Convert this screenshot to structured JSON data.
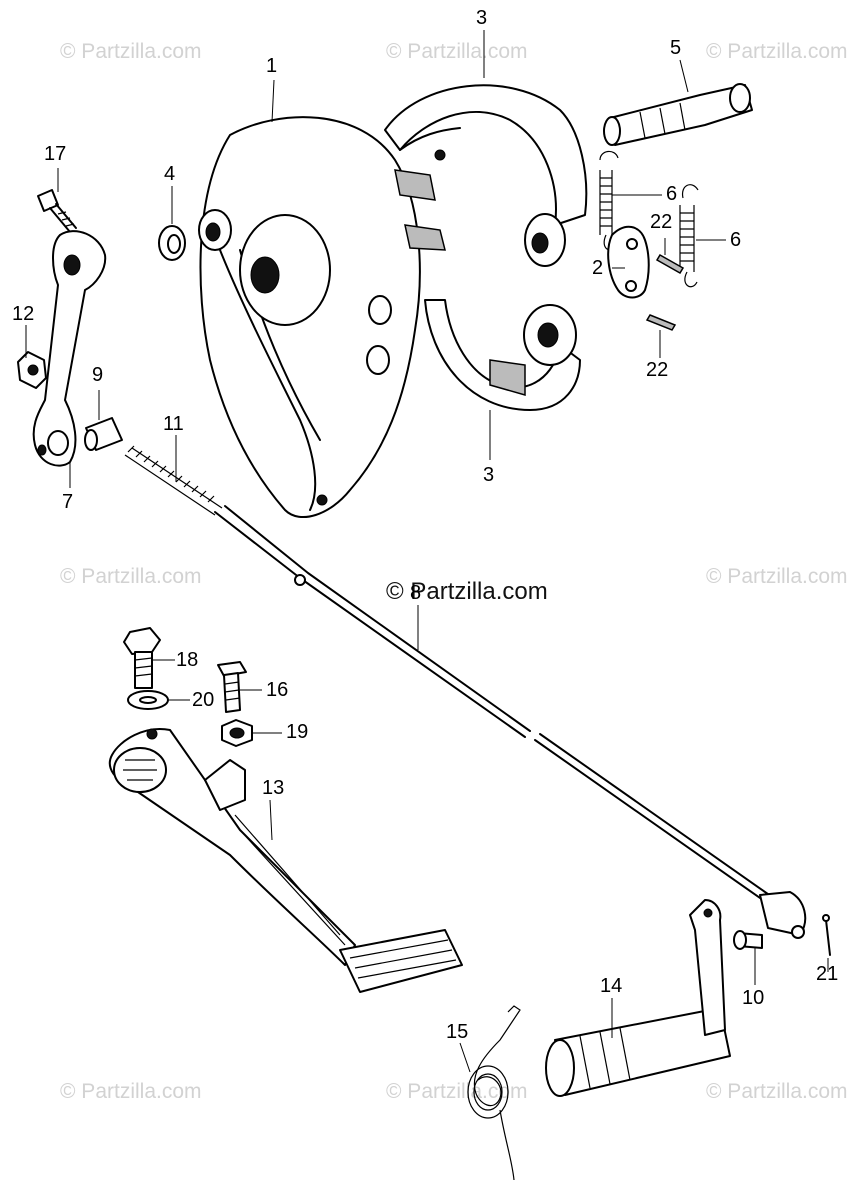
{
  "watermark": {
    "small_text": "© Partzilla.com",
    "main_text": "© Partzilla.com"
  },
  "callouts": {
    "n1": "1",
    "n2": "2",
    "n3_top": "3",
    "n3_bottom": "3",
    "n4": "4",
    "n5": "5",
    "n6_left": "6",
    "n6_right": "6",
    "n7": "7",
    "n8": "8",
    "n9": "9",
    "n10": "10",
    "n11": "11",
    "n12": "12",
    "n13": "13",
    "n14": "14",
    "n15": "15",
    "n16": "16",
    "n17": "17",
    "n18": "18",
    "n19": "19",
    "n20": "20",
    "n21": "21",
    "n22_top": "22",
    "n22_bottom": "22"
  }
}
